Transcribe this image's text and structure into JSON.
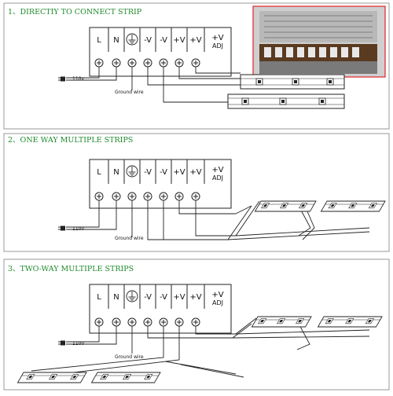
{
  "sections": [
    {
      "title": "1、DIRECTIY TO CONNECT STRIP"
    },
    {
      "title": "2、ONE WAY MULTIPLE STRIPS"
    },
    {
      "title": "3、TWO-WAY MULTIPLE STRIPS"
    }
  ],
  "terminals": {
    "labels": [
      "L",
      "N",
      "",
      "-V",
      "-V",
      "+V",
      "+V",
      "+V"
    ],
    "adj": "ADJ"
  },
  "supply_label": "110v",
  "ground_label": "Ground wire"
}
